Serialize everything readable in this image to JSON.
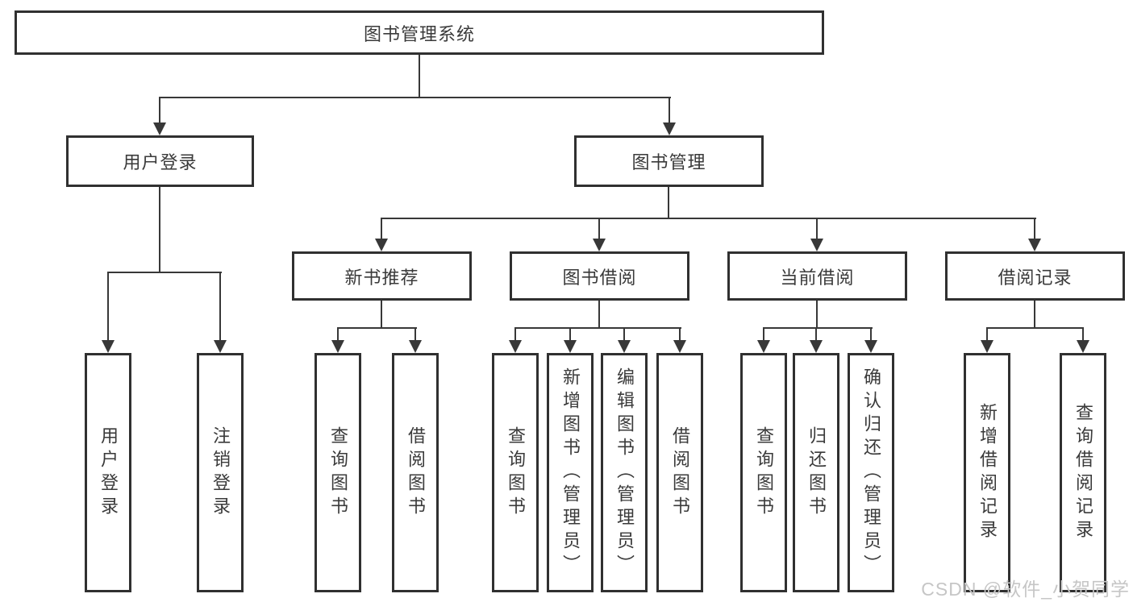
{
  "diagram": {
    "root": {
      "label": "图书管理系统"
    },
    "level2": {
      "user_login": {
        "label": "用户登录"
      },
      "book_management": {
        "label": "图书管理"
      }
    },
    "level3": {
      "new_book_recommend": {
        "label": "新书推荐"
      },
      "book_borrow": {
        "label": "图书借阅"
      },
      "current_borrow": {
        "label": "当前借阅"
      },
      "borrow_records": {
        "label": "借阅记录"
      }
    },
    "leaves": {
      "user_login": [
        {
          "label": "用户登录"
        },
        {
          "label": "注销登录"
        }
      ],
      "new_book_recommend": [
        {
          "label": "查询图书"
        },
        {
          "label": "借阅图书"
        }
      ],
      "book_borrow": [
        {
          "label": "查询图书"
        },
        {
          "label": "新增图书（管理员）"
        },
        {
          "label": "编辑图书（管理员）"
        },
        {
          "label": "借阅图书"
        }
      ],
      "current_borrow": [
        {
          "label": "查询图书"
        },
        {
          "label": "归还图书"
        },
        {
          "label": "确认归还（管理员）"
        }
      ],
      "borrow_records": [
        {
          "label": "新增借阅记录"
        },
        {
          "label": "查询借阅记录"
        }
      ]
    }
  },
  "watermark": {
    "text": "CSDN @软件_小贺同学",
    "color": "#c6c6c6"
  },
  "colors": {
    "line": "#383838",
    "border": "#303030",
    "text": "#3a3a3a",
    "background": "#ffffff"
  }
}
